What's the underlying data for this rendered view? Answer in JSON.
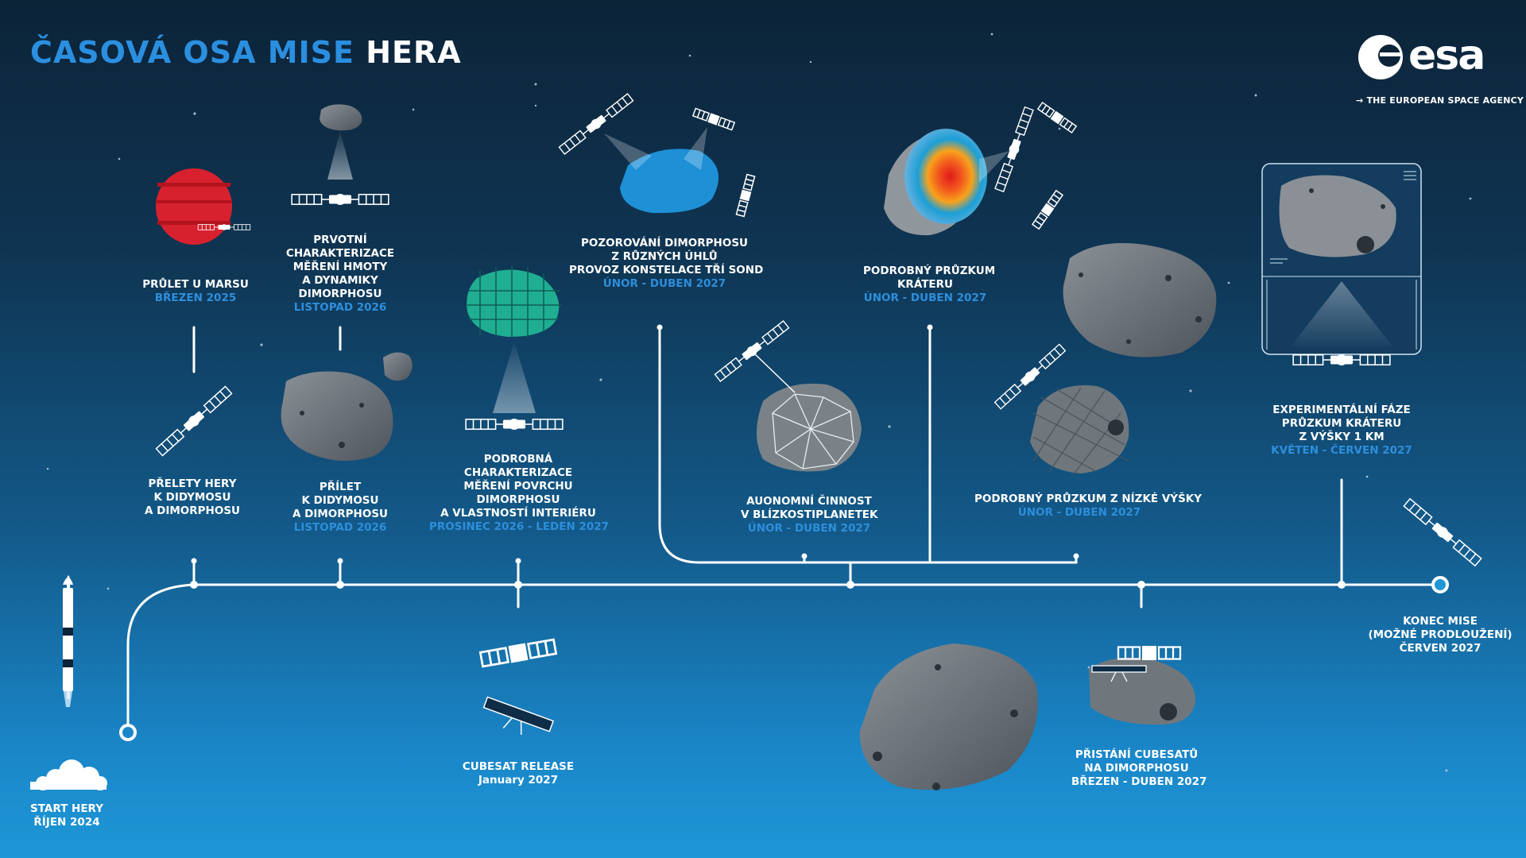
{
  "title": {
    "part1": "ČASOVÁ OSA MISE",
    "part2": "HERA"
  },
  "logo": {
    "word": "esa",
    "tagline": "→ THE EUROPEAN SPACE AGENCY"
  },
  "colors": {
    "accent": "#2d8fdc",
    "mars": "#d8212e",
    "line": "#ffffff",
    "asteroid": "#6c7379",
    "dimorphos_grid": "#1fae92",
    "dimorphos_blue": "#1e90d6"
  },
  "milestones": {
    "launch": {
      "lines": [
        "START HERY",
        "ŘÍJEN 2024"
      ]
    },
    "mars": {
      "lines": [
        "PRŮLET U MARSU"
      ],
      "date": "BŘEZEN 2025"
    },
    "flybys": {
      "lines": [
        "PŘELETY HERY",
        "K DIDYMOSU",
        "A DIMORPHOSU"
      ]
    },
    "first_char": {
      "lines": [
        "PRVOTNÍ",
        "CHARAKTERIZACE",
        "MĚŘENÍ HMOTY",
        "A DYNAMIKY",
        "DIMORPHOSU"
      ],
      "date": "LISTOPAD 2026"
    },
    "arrival": {
      "lines": [
        "PŘÍLET",
        "K DIDYMOSU",
        "A DIMORPHOSU"
      ],
      "date": "LISTOPAD 2026"
    },
    "detailed_char": {
      "lines": [
        "PODROBNÁ",
        "CHARAKTERIZACE",
        "MĚŘENÍ POVRCHU",
        "DIMORPHOSU",
        "A VLASTNOSTÍ INTERIÉRU"
      ],
      "date": "PROSINEC 2026 - LEDEN 2027"
    },
    "cubesat_release": {
      "lines": [
        "CUBESAT RELEASE"
      ],
      "date": "January 2027"
    },
    "observation": {
      "lines": [
        "POZOROVÁNÍ DIMORPHOSU",
        "Z RŮZNÝCH ÚHLŮ",
        "PROVOZ KONSTELACE TŘÍ SOND"
      ],
      "date": "ÚNOR - DUBEN 2027"
    },
    "autonomy": {
      "lines": [
        "AUONOMNÍ ČINNOST",
        "V BLÍZKOSTIPLANETEK"
      ],
      "date": "ÚNOR - DUBEN 2027"
    },
    "crater": {
      "lines": [
        "PODROBNÝ PRŮZKUM",
        "KRÁTERU"
      ],
      "date": "ÚNOR - DUBEN 2027"
    },
    "low_alt": {
      "lines": [
        "PODROBNÝ PRŮZKUM Z NÍZKÉ VÝŠKY"
      ],
      "date": "ÚNOR - DUBEN 2027"
    },
    "cubesat_landing": {
      "lines": [
        "PŘISTÁNÍ CUBESATŮ",
        "NA DIMORPHOSU",
        "BŘEZEN - DUBEN 2027"
      ]
    },
    "experimental": {
      "lines": [
        "EXPERIMENTÁLNÍ FÁZE",
        "PRŮZKUM KRÁTERU",
        "Z VÝŠKY 1 KM"
      ],
      "date": "KVĚTEN - ČERVEN 2027"
    },
    "end": {
      "lines": [
        "KONEC MISE",
        "(MOŽNÉ PRODLOUŽENÍ)",
        "ČERVEN 2027"
      ]
    }
  }
}
